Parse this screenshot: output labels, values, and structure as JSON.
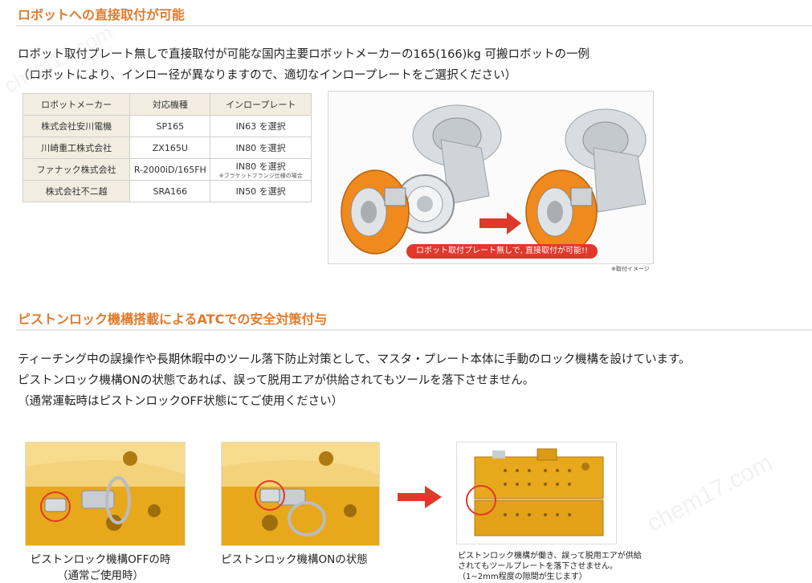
{
  "section1": {
    "title": "ロボットへの直接取付が可能",
    "para1": "ロボット取付プレート無しで直接取付が可能な国内主要ロボットメーカーの165(166)kg 可搬ロボットの一例",
    "para2": "（ロボットにより、インロー径が異なりますので、適切なインロープレートをご選択ください）",
    "table": {
      "headers": [
        "ロボットメーカー",
        "対応機種",
        "インロープレート"
      ],
      "rows": [
        {
          "maker": "株式会社安川電機",
          "model": "SP165",
          "plate": "IN63 を選択",
          "note": ""
        },
        {
          "maker": "川崎重工株式会社",
          "model": "ZX165U",
          "plate": "IN80 を選択",
          "note": ""
        },
        {
          "maker": "ファナック株式会社",
          "model": "R-2000iD/165FH",
          "plate": "IN80 を選択",
          "note": "※ブラケットフランジ仕様の場合"
        },
        {
          "maker": "株式会社不二越",
          "model": "SRA166",
          "plate": "IN50 を選択",
          "note": ""
        }
      ]
    },
    "figure_caption": "ロボット取付プレート無しで, 直接取付が可能!!",
    "figure_note": "※取付イメージ"
  },
  "section2": {
    "title": "ピストンロック機構搭載によるATCでの安全対策付与",
    "para1": "ティーチング中の誤操作や長期休暇中のツール落下防止対策として、マスタ・プレート本体に手動のロック機構を設けています。",
    "para2": "ピストンロック機構ONの状態であれば、誤って脱用エアが供給されてもツールを落下させません。",
    "para3": "（通常運転時はピストンロックOFF状態にてご使用ください）",
    "photo1_caption_line1": "ピストンロック機構OFFの時",
    "photo1_caption_line2": "（通常ご使用時）",
    "photo2_caption": "ピストンロック機構ONの状態",
    "photo3_caption_line1": "ピストンロック機構が働き、誤って脱用エアが供給",
    "photo3_caption_line2": "されてもツールプレートを落下させません。",
    "photo3_caption_line3": "（1~2mm程度の隙間が生じます）"
  },
  "watermark": "chem17.com",
  "colors": {
    "title_orange": "#e07b2c",
    "table_header_bg": "#f3ede1",
    "caption_red": "#e0382b",
    "gold": "#e8a81c",
    "orange_part": "#f08a1c"
  }
}
